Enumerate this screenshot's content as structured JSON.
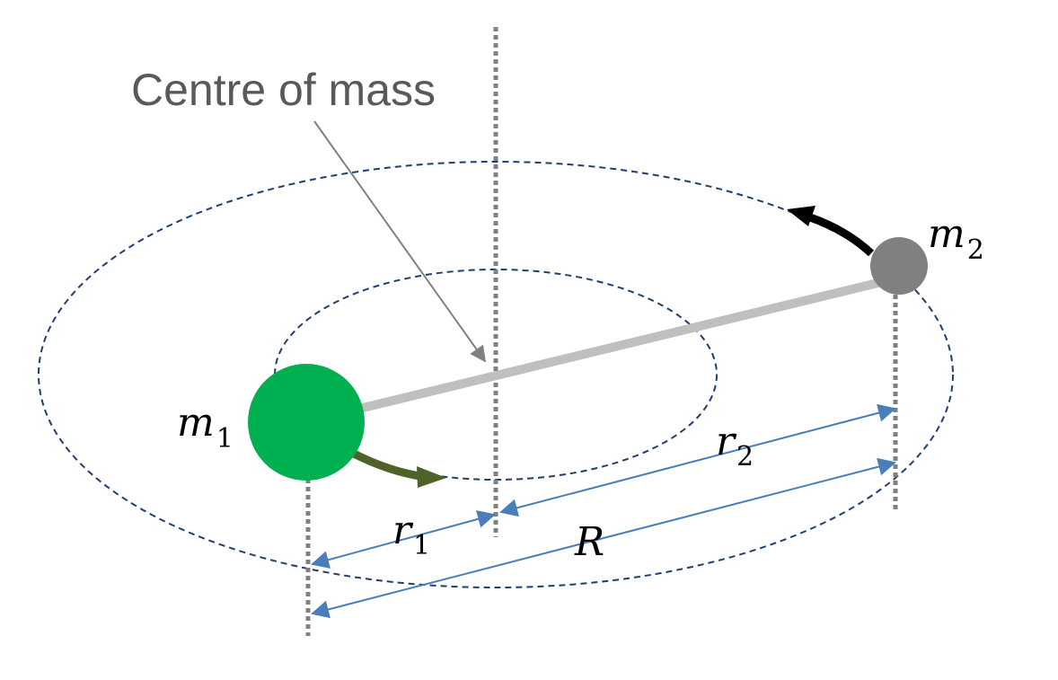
{
  "labels": {
    "centre_of_mass": "Centre of mass",
    "m1": {
      "symbol": "m",
      "subscript": "1"
    },
    "m2": {
      "symbol": "m",
      "subscript": "2"
    },
    "r1": {
      "symbol": "r",
      "subscript": "1"
    },
    "r2": {
      "symbol": "r",
      "subscript": "2"
    },
    "R": "R"
  },
  "colors": {
    "orbit": "#1f3f6e",
    "axis": "#808080",
    "body_m1": "#00b050",
    "body_m2": "#808080",
    "connector": "#bfbfbf",
    "arrow_m1": "#4f6228",
    "arrow_m2": "#000000",
    "dimension": "#4a7ebb",
    "pointer": "#808080"
  },
  "icons": {
    "body_m1": "filled-circle",
    "body_m2": "filled-circle",
    "motion_arrow": "curved-arrow"
  }
}
